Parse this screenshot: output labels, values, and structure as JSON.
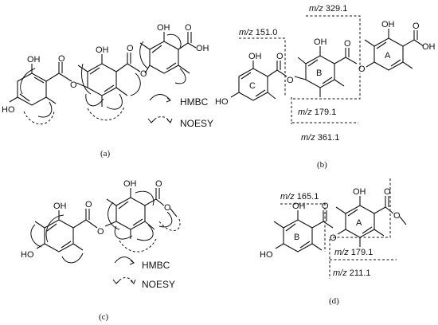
{
  "panels": {
    "a": "(a)",
    "b": "(b)",
    "c": "(c)",
    "d": "(d)"
  },
  "legend": {
    "hmbc": "HMBC",
    "noesy": "NOESY"
  },
  "atoms": {
    "oh": "OH",
    "ho": "HO",
    "o": "O"
  },
  "rings": {
    "a": "A",
    "b": "B",
    "c": "C"
  },
  "mz_prefix": "m/z",
  "fragments_b": [
    "151.0",
    "329.1",
    "179.1",
    "361.1"
  ],
  "fragments_d": [
    "165.1",
    "179.1",
    "211.1"
  ]
}
